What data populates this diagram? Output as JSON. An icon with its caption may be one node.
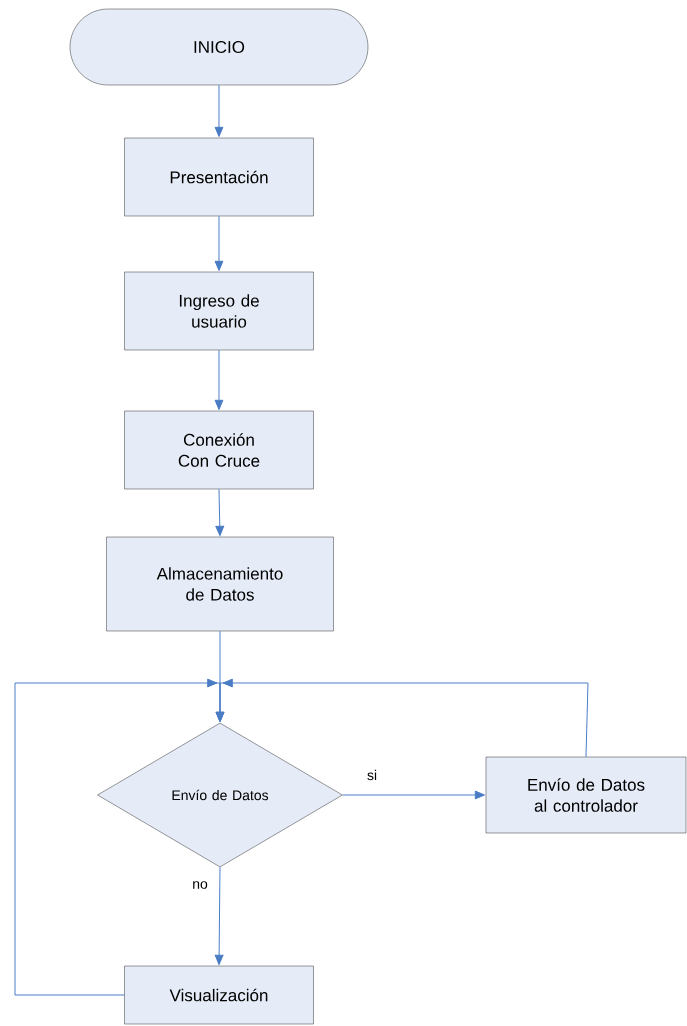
{
  "diagram": {
    "nodes": [
      {
        "text": [
          "INICIO"
        ]
      },
      {
        "text": [
          "Presentación"
        ]
      },
      {
        "text": [
          "Ingreso de usuario"
        ]
      },
      {
        "text": [
          "Conexión Con Cruce"
        ]
      },
      {
        "text": [
          "Almacenamiento de Datos"
        ]
      },
      {
        "text": [
          "Envío de Datos"
        ]
      },
      {
        "text": [
          "Envío de Datos al controlador"
        ]
      },
      {
        "text": [
          "Visualización"
        ]
      }
    ],
    "edges": [
      {
        "from": 0,
        "to": 1,
        "arrow": "to"
      },
      {
        "from": 1,
        "to": 2,
        "arrow": "to"
      },
      {
        "from": 2,
        "to": 3,
        "arrow": "to"
      },
      {
        "from": 3,
        "to": 4,
        "arrow": "to"
      },
      {
        "from": 4,
        "to": 5,
        "arrow": "to"
      },
      {
        "from": 5,
        "to": 6,
        "arrow": "to",
        "label": "si"
      },
      {
        "from": 5,
        "to": 7,
        "arrow": "to",
        "label": "no"
      },
      {
        "from": 6,
        "to": 5,
        "arrow": "to"
      },
      {
        "from": 7,
        "to": 5,
        "arrow": "to"
      }
    ]
  }
}
